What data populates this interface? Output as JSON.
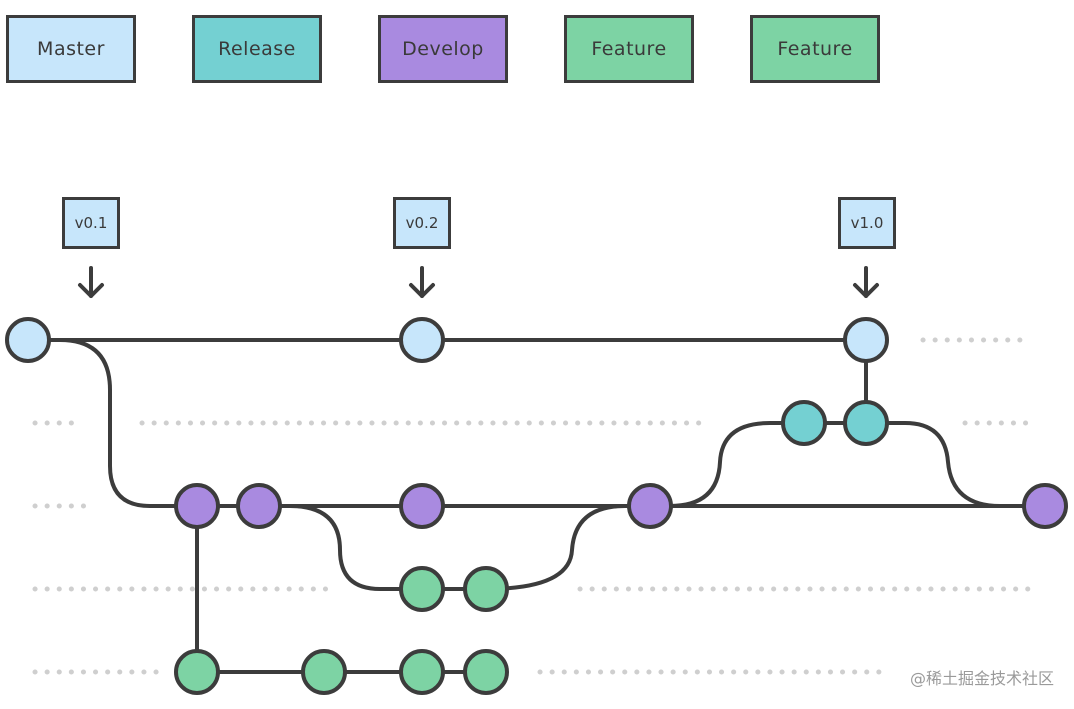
{
  "colors": {
    "master": "#c7e6fb",
    "release": "#74d0d2",
    "develop": "#a98ae0",
    "feature": "#7dd3a4",
    "line": "#3c3c3c",
    "dots": "#cfcfcf"
  },
  "legend": [
    {
      "label": "Master",
      "branch": "master"
    },
    {
      "label": "Release",
      "branch": "release"
    },
    {
      "label": "Develop",
      "branch": "develop"
    },
    {
      "label": "Feature",
      "branch": "feature"
    },
    {
      "label": "Feature",
      "branch": "feature"
    }
  ],
  "tags": [
    {
      "label": "v0.1"
    },
    {
      "label": "v0.2"
    },
    {
      "label": "v1.0"
    }
  ],
  "watermark": "@稀土掘金技术社区"
}
